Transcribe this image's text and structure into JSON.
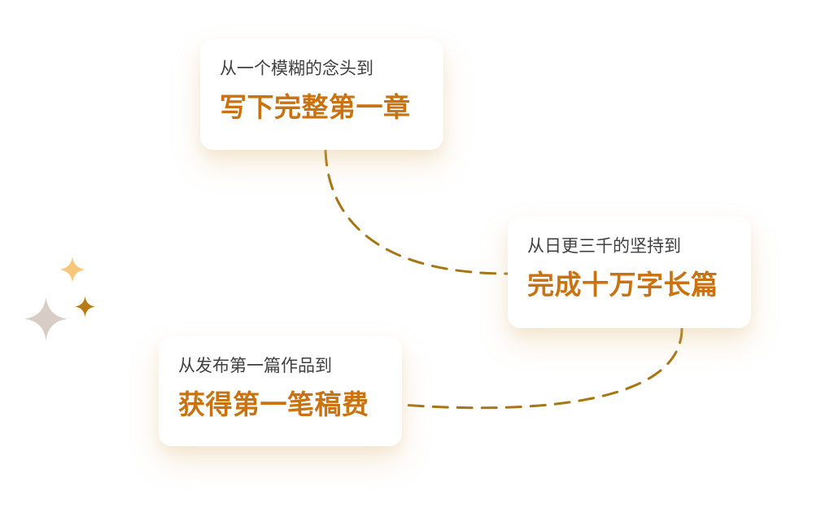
{
  "milestones": [
    {
      "subtitle": "从一个模糊的念头到",
      "title": "写下完整第一章"
    },
    {
      "subtitle": "从日更三千的坚持到",
      "title": "完成十万字长篇"
    },
    {
      "subtitle": "从发布第一篇作品到",
      "title": "获得第一笔稿费"
    }
  ],
  "colors": {
    "title_accent": "#c9720f",
    "subtitle_text": "#404040",
    "dashed_path": "#a87515",
    "sparkle_light": "#f6c77b",
    "sparkle_dark": "#b77a14",
    "sparkle_gray": "#d8cdc6"
  },
  "icons": {
    "sparkles": [
      "sparkle-light-icon",
      "sparkle-dark-icon",
      "sparkle-gray-icon"
    ]
  }
}
